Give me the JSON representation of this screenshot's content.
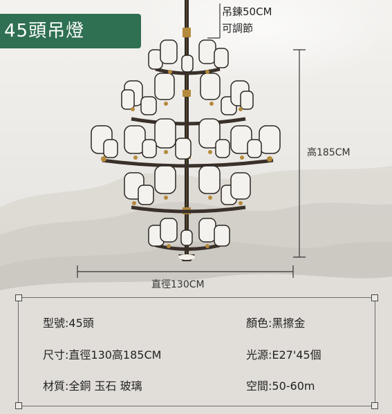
{
  "title": "45頭吊燈",
  "chain_note": {
    "line1": "吊鍊50CM",
    "line2": "可調節"
  },
  "dimensions": {
    "height": "高185CM",
    "diameter": "直徑130CM"
  },
  "specs": {
    "model": "型號:45頭",
    "color": "顏色:黑擦金",
    "size": "尺寸:直徑130高185CM",
    "light_source": "光源:E27'45個",
    "material": "材質:全銅 玉石 玻璃",
    "space": "空間:50-60m"
  },
  "colors": {
    "badge": "#2f6f52",
    "frame": "#3a302a",
    "gold": "#b48a3c",
    "shade": "#f4f2ee"
  }
}
